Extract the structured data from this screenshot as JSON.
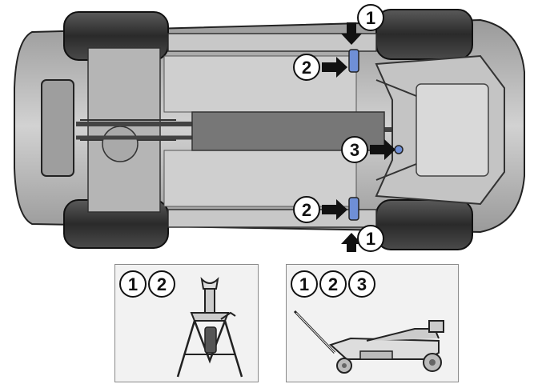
{
  "callouts": {
    "front_left_top": "1",
    "front_left_mid": "2",
    "center": "3",
    "front_right_mid": "2",
    "front_right_bottom": "1"
  },
  "stand_box": {
    "labels": [
      "1",
      "2"
    ]
  },
  "jack_box": {
    "labels": [
      "1",
      "2",
      "3"
    ]
  },
  "colors": {
    "body": "#bdbdbd",
    "dark": "#2a2a2a",
    "tire": "#333333",
    "arrow": "#111111",
    "marker": "#6f8fd6",
    "panel": "#f2f2f2"
  }
}
